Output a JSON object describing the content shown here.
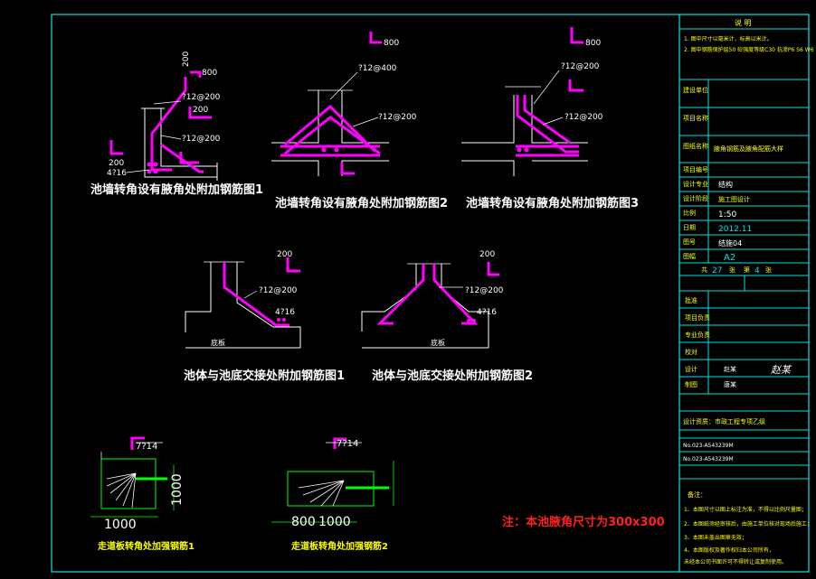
{
  "colors": {
    "background": "#000000",
    "frame": "#00e5e5",
    "line": "#ffffff",
    "rebar": "#ff00ff",
    "note": "#ff2020",
    "dimension": "#00ff00",
    "table_text": "#ffff00"
  },
  "drawings": {
    "d1": {
      "title": "池墙转角设有腋角处附加钢筋图1",
      "l1": "?12@200",
      "l2": "?12@200",
      "l3": "4?16",
      "d800": "800",
      "d200a": "200",
      "d200b": "200",
      "d200c": "200"
    },
    "d2": {
      "title": "池墙转角设有腋角处附加钢筋图2",
      "l1": "?12@400",
      "l2": "?12@200",
      "d800": "800"
    },
    "d3": {
      "title": "池墙转角设有腋角处附加钢筋图3",
      "l1": "?12@200",
      "l2": "?12@200",
      "d800": "800"
    },
    "d4": {
      "title": "池体与池底交接处附加钢筋图1",
      "l1": "?12@200",
      "l2": "4?16",
      "slab": "底板",
      "d200": "200"
    },
    "d5": {
      "title": "池体与池底交接处附加钢筋图2",
      "l1": "?12@200",
      "l2": "4?16",
      "slab": "底板",
      "d200": "200"
    },
    "d6": {
      "title": "走道板转角处加强钢筋1",
      "label": "7?14",
      "dim_h": "1000",
      "dim_v": "1000"
    },
    "d7": {
      "title": "走道板转角处加强钢筋2",
      "label": "7?14",
      "dim_h1": "800",
      "dim_h2": "1000"
    }
  },
  "note": "注：本池腋角尺寸为300x300",
  "title_block": {
    "header": "说  明",
    "notes": [
      "1. 图中尺寸以毫米计，标高以米计。",
      "2. 图中钢筋保护层50 砼强度等级C30 抗渗P6 S6 W6"
    ],
    "rows": [
      {
        "label": "建设单位",
        "value": ""
      },
      {
        "label": "项目名称",
        "value": ""
      },
      {
        "label": "图纸名称",
        "value": "腋角钢筋及腋角配筋大样"
      },
      {
        "label": "项目编号",
        "value": ""
      },
      {
        "label": "设计专业",
        "value": "结构"
      },
      {
        "label": "设计阶段",
        "value": "施工图设计"
      },
      {
        "label": "比例",
        "value": "1:50"
      },
      {
        "label": "日期",
        "value": "2012.11"
      },
      {
        "label": "图号",
        "value": "结施04"
      },
      {
        "label": "图幅",
        "value": "A2"
      }
    ],
    "sheet": {
      "total_prefix": "共",
      "total": "27",
      "total_suffix": "张",
      "page_prefix": "第",
      "page": "4",
      "page_suffix": "张"
    },
    "roles": [
      {
        "label": "批准",
        "name": ""
      },
      {
        "label": "项目负责",
        "name": ""
      },
      {
        "label": "专业负责",
        "name": ""
      },
      {
        "label": "校对",
        "name": ""
      },
      {
        "label": "设计",
        "name": "赵某"
      },
      {
        "label": "制图",
        "name": "唐某"
      }
    ],
    "signature": "赵某",
    "qualification": "设计资质：市政工程专项乙级",
    "cert1": "No.023-A543239M",
    "cert2": "No.023-A543239M",
    "remarks_title": "备注：",
    "remarks": [
      "1、本图尺寸以图上标注为准，不得以比例尺量图；",
      "2、本图纸须经审核后，由施工单位核对现场后施工；",
      "3、本图未盖出图章无效；",
      "4、本图版权及著作权归本公司所有，",
      "    未经本公司书面许可不得转让或复制使用。"
    ]
  }
}
